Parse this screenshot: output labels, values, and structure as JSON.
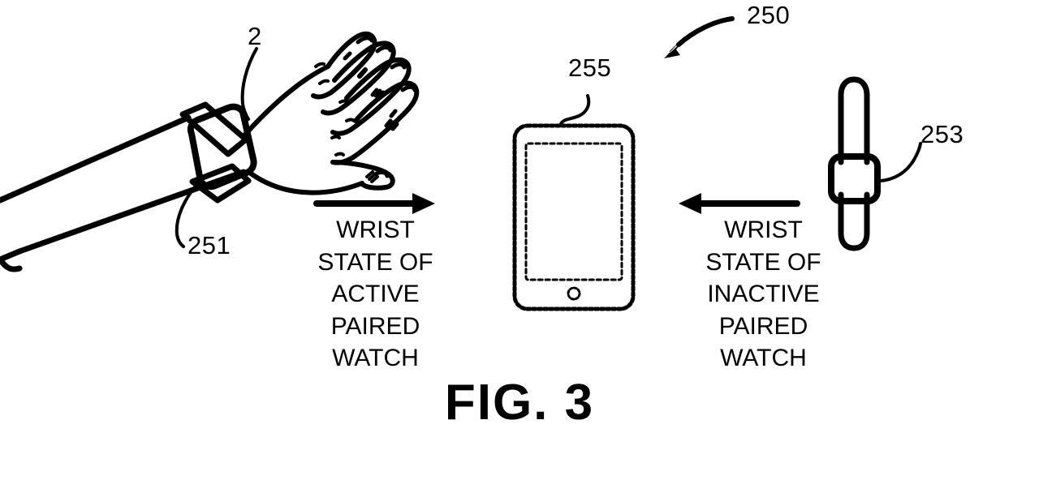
{
  "figure": {
    "caption": "FIG. 3",
    "title": "FIG. 3"
  },
  "reference_numerals": {
    "hand": "2",
    "paired_watch_on_wrist": "251",
    "overall_system": "250",
    "companion_device": "255",
    "unworn_watch": "253"
  },
  "flow_left": {
    "direction": "right",
    "lines": [
      "WRIST",
      "STATE OF",
      "ACTIVE",
      "PAIRED",
      "WATCH"
    ],
    "text": "WRIST STATE OF ACTIVE PAIRED WATCH"
  },
  "flow_right": {
    "direction": "left",
    "lines": [
      "WRIST",
      "STATE OF",
      "INACTIVE",
      "PAIRED",
      "WATCH"
    ],
    "text": "WRIST STATE OF INACTIVE PAIRED WATCH"
  },
  "elements": {
    "arm_hand_label": "arm and hand wearing watch",
    "worn_watch_label": "watch worn on wrist",
    "tablet_label": "companion tablet device",
    "unworn_watch_label": "watch not worn on wrist",
    "home_button_label": "home button"
  },
  "colors": {
    "ink": "#000000",
    "background": "#ffffff"
  }
}
